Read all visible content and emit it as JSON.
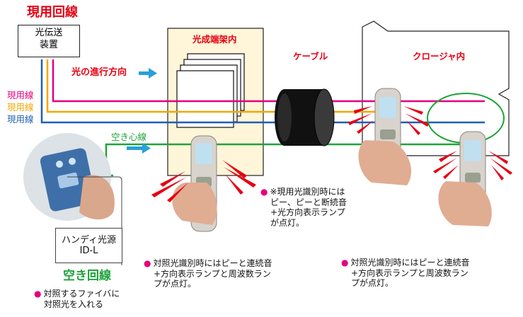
{
  "title": "現用回線",
  "transmitter": {
    "line1": "光伝送",
    "line2": "装置"
  },
  "direction_label": "光の進行方向",
  "working_lines": [
    {
      "label": "現用線",
      "color": "#e6007e"
    },
    {
      "label": "現用線",
      "color": "#f0a800"
    },
    {
      "label": "現用線",
      "color": "#1f5fb3"
    }
  ],
  "spare_line_label": "空き心線",
  "spare_line_color": "#1fa33a",
  "rack_label": "光成端架内",
  "cable_label": "ケーブル",
  "closure_label": "クロージャ内",
  "light_source": {
    "line1": "ハンディ光源",
    "line2": "ID-L"
  },
  "spare_circuit_title": "空き回線",
  "notes": {
    "spare": [
      "対照するファイバに",
      "対照光を入れる"
    ],
    "working": [
      "※現用光識別時には",
      "ピー、ピーと断続音",
      "+光方向表示ランプ",
      "が点灯。"
    ],
    "reference_left": [
      "対照光識別時にはピーと連続音",
      "+方向表示ランプと周波数ラン",
      "プが点灯。"
    ],
    "reference_right": [
      "対照光識別時にはピーと連続音",
      "+方向表示ランプと周波数ラン",
      "プが点灯。"
    ]
  },
  "colors": {
    "accent_red": "#e60012",
    "arrow_blue": "#2a9fd8",
    "bullet_magenta": "#e6007e"
  },
  "icons": [
    "handheld-identifier-icon",
    "handheld-light-source-icon",
    "cable-cross-section-icon",
    "right-arrow-icon"
  ]
}
